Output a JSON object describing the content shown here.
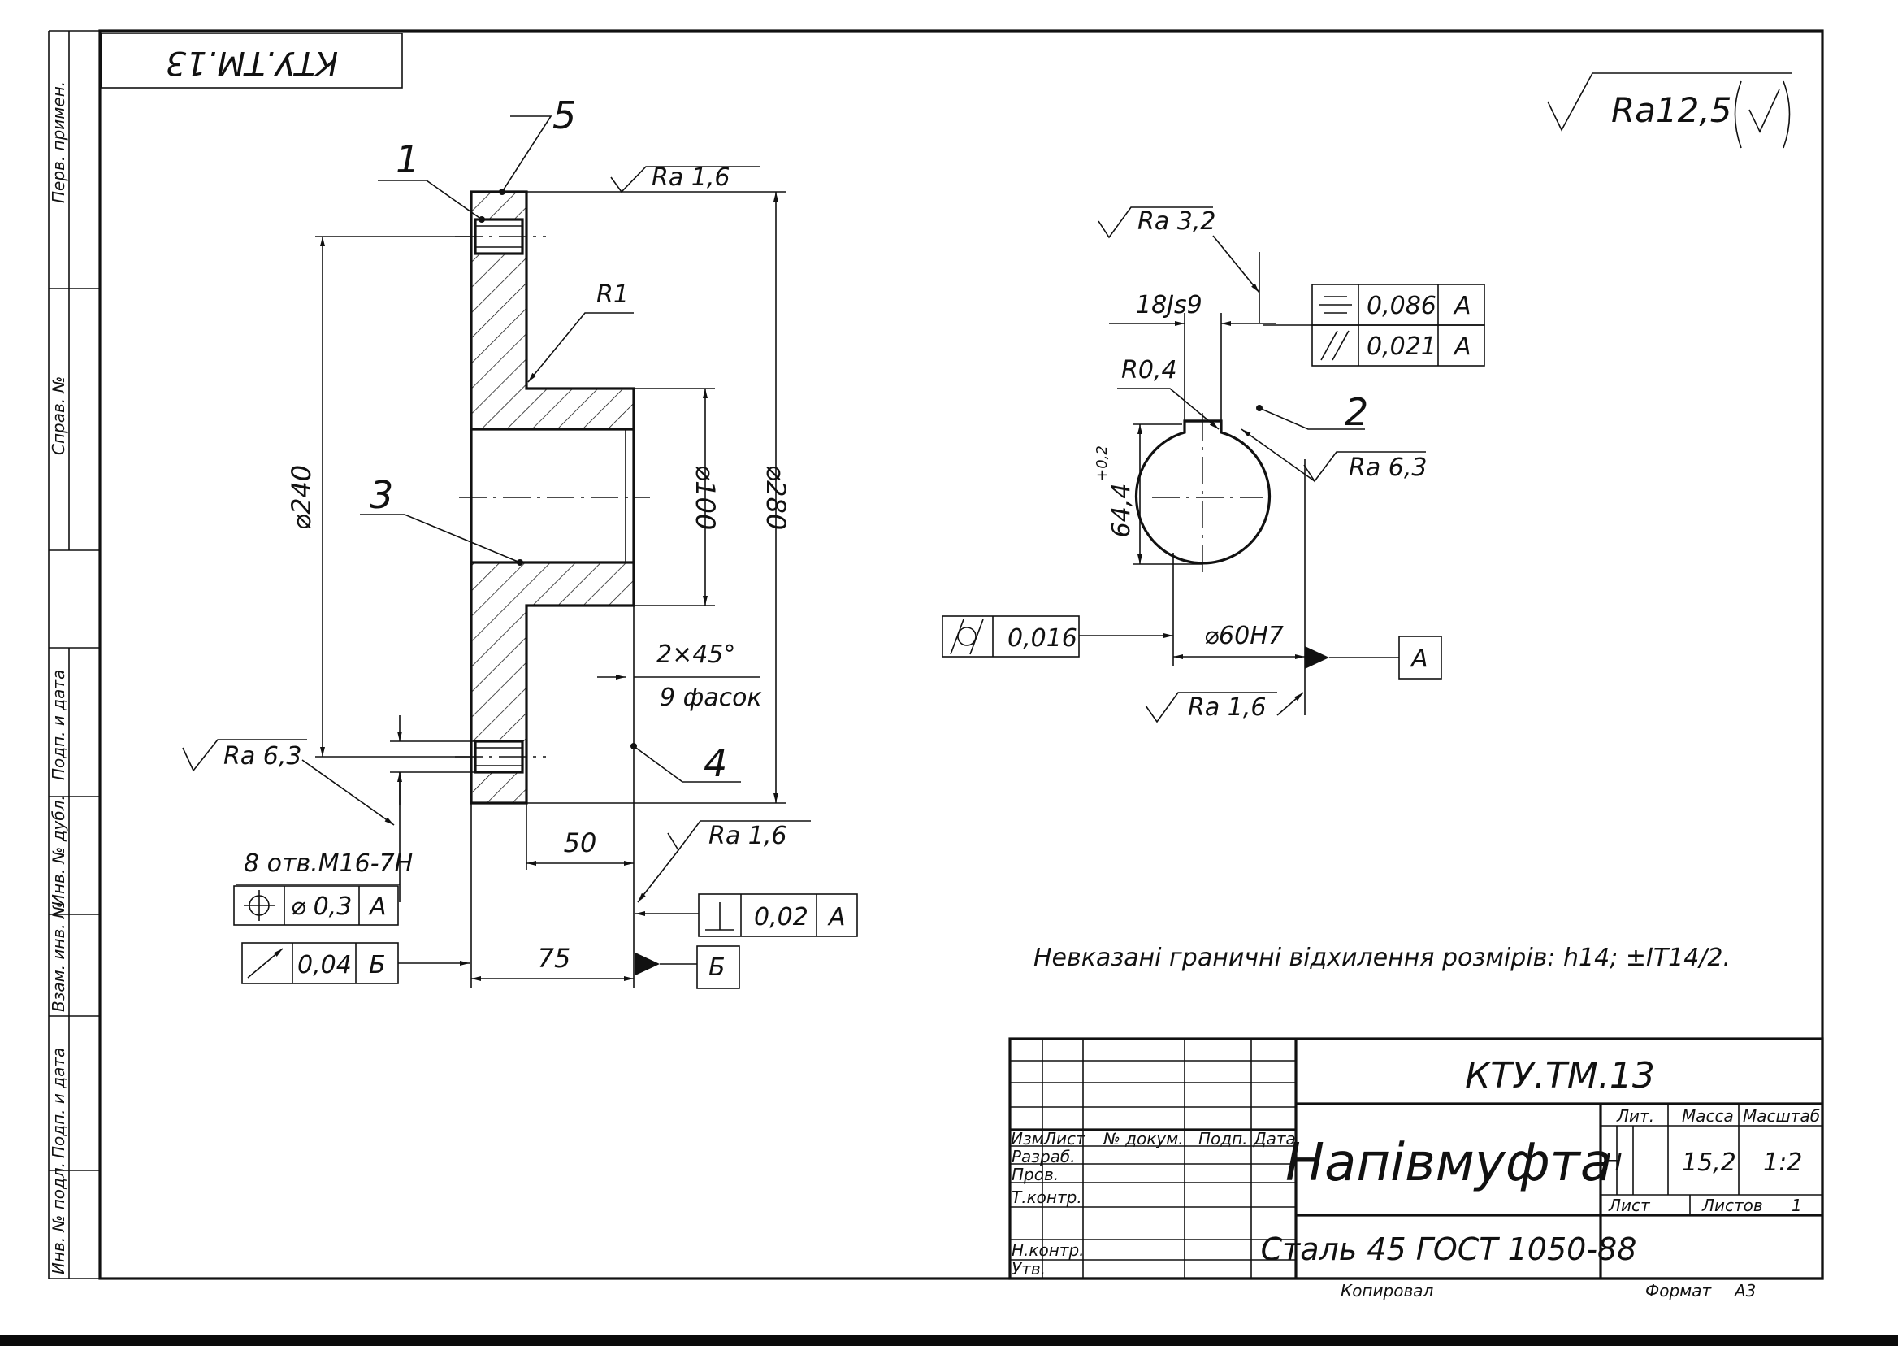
{
  "stamp_top": "КТУ.ТМ.13",
  "roughness_general": "Ra12,5",
  "side_strip": {
    "perv_primen": "Перв. примен.",
    "sprav_no": "Справ. №",
    "podp_data_1": "Подп. и дата",
    "inv_dubl": "Инв. № дубл.",
    "vzam_inv": "Взам. инв. №",
    "podp_data_2": "Подп. и дата",
    "inv_podl": "Инв. № подл."
  },
  "left_view": {
    "pos_1": "1",
    "pos_3": "3",
    "pos_4": "4",
    "pos_5": "5",
    "ra_top": "Ra 1,6",
    "r1": "R1",
    "d240": "⌀240",
    "d100": "⌀100",
    "d280": "⌀280",
    "chamfer": "2×45°",
    "chamfer_count": "9 фасок",
    "ra_holes": "Ra 6,3",
    "holes": "8 отв.М16-7Н",
    "tol_pos_value": "⌀ 0,3",
    "tol_pos_datum": "А",
    "tol_runout_value": "0,04",
    "tol_runout_datum": "Б",
    "dim_50": "50",
    "dim_75": "75",
    "ra_face": "Ra 1,6",
    "tol_perp_value": "0,02",
    "tol_perp_datum": "А",
    "datum_b": "Б"
  },
  "right_view": {
    "ra_key": "Ra 3,2",
    "key_width": "18Js9",
    "tol_sym_value": "0,086",
    "tol_sym_datum": "А",
    "tol_par_value": "0,021",
    "tol_par_datum": "А",
    "r04": "R0,4",
    "pos_2": "2",
    "ra_bore_side": "Ra 6,3",
    "key_depth": "64,4",
    "key_depth_tol": "+0,2",
    "tol_cyl_value": "0,016",
    "bore": "⌀60Н7",
    "datum_a": "А",
    "ra_bore": "Ra 1,6"
  },
  "note": "Невказані граничні відхилення розмірів: h14; ±IT14/2.",
  "title_block": {
    "designation": "КТУ.ТМ.13",
    "name": "Напівмуфта",
    "material": "Сталь 45 ГОСТ 1050-88",
    "col_izm": "Изм.",
    "col_list": "Лист",
    "col_doc": "№ докум.",
    "col_podp": "Подп.",
    "col_data": "Дата",
    "row_razrab": "Разраб.",
    "row_prov": "Пров.",
    "row_tkontr": "Т.контр.",
    "row_nkontr": "Н.контр.",
    "row_utv": "Утв.",
    "lit_label": "Лит.",
    "mass_label": "Масса",
    "scale_label": "Масштаб",
    "lit_value": "Н",
    "mass_value": "15,2",
    "scale_value": "1:2",
    "sheet_label": "Лист",
    "sheets_label": "Листов",
    "sheets_value": "1",
    "copied": "Копировал",
    "format_label": "Формат",
    "format_value": "А3"
  }
}
